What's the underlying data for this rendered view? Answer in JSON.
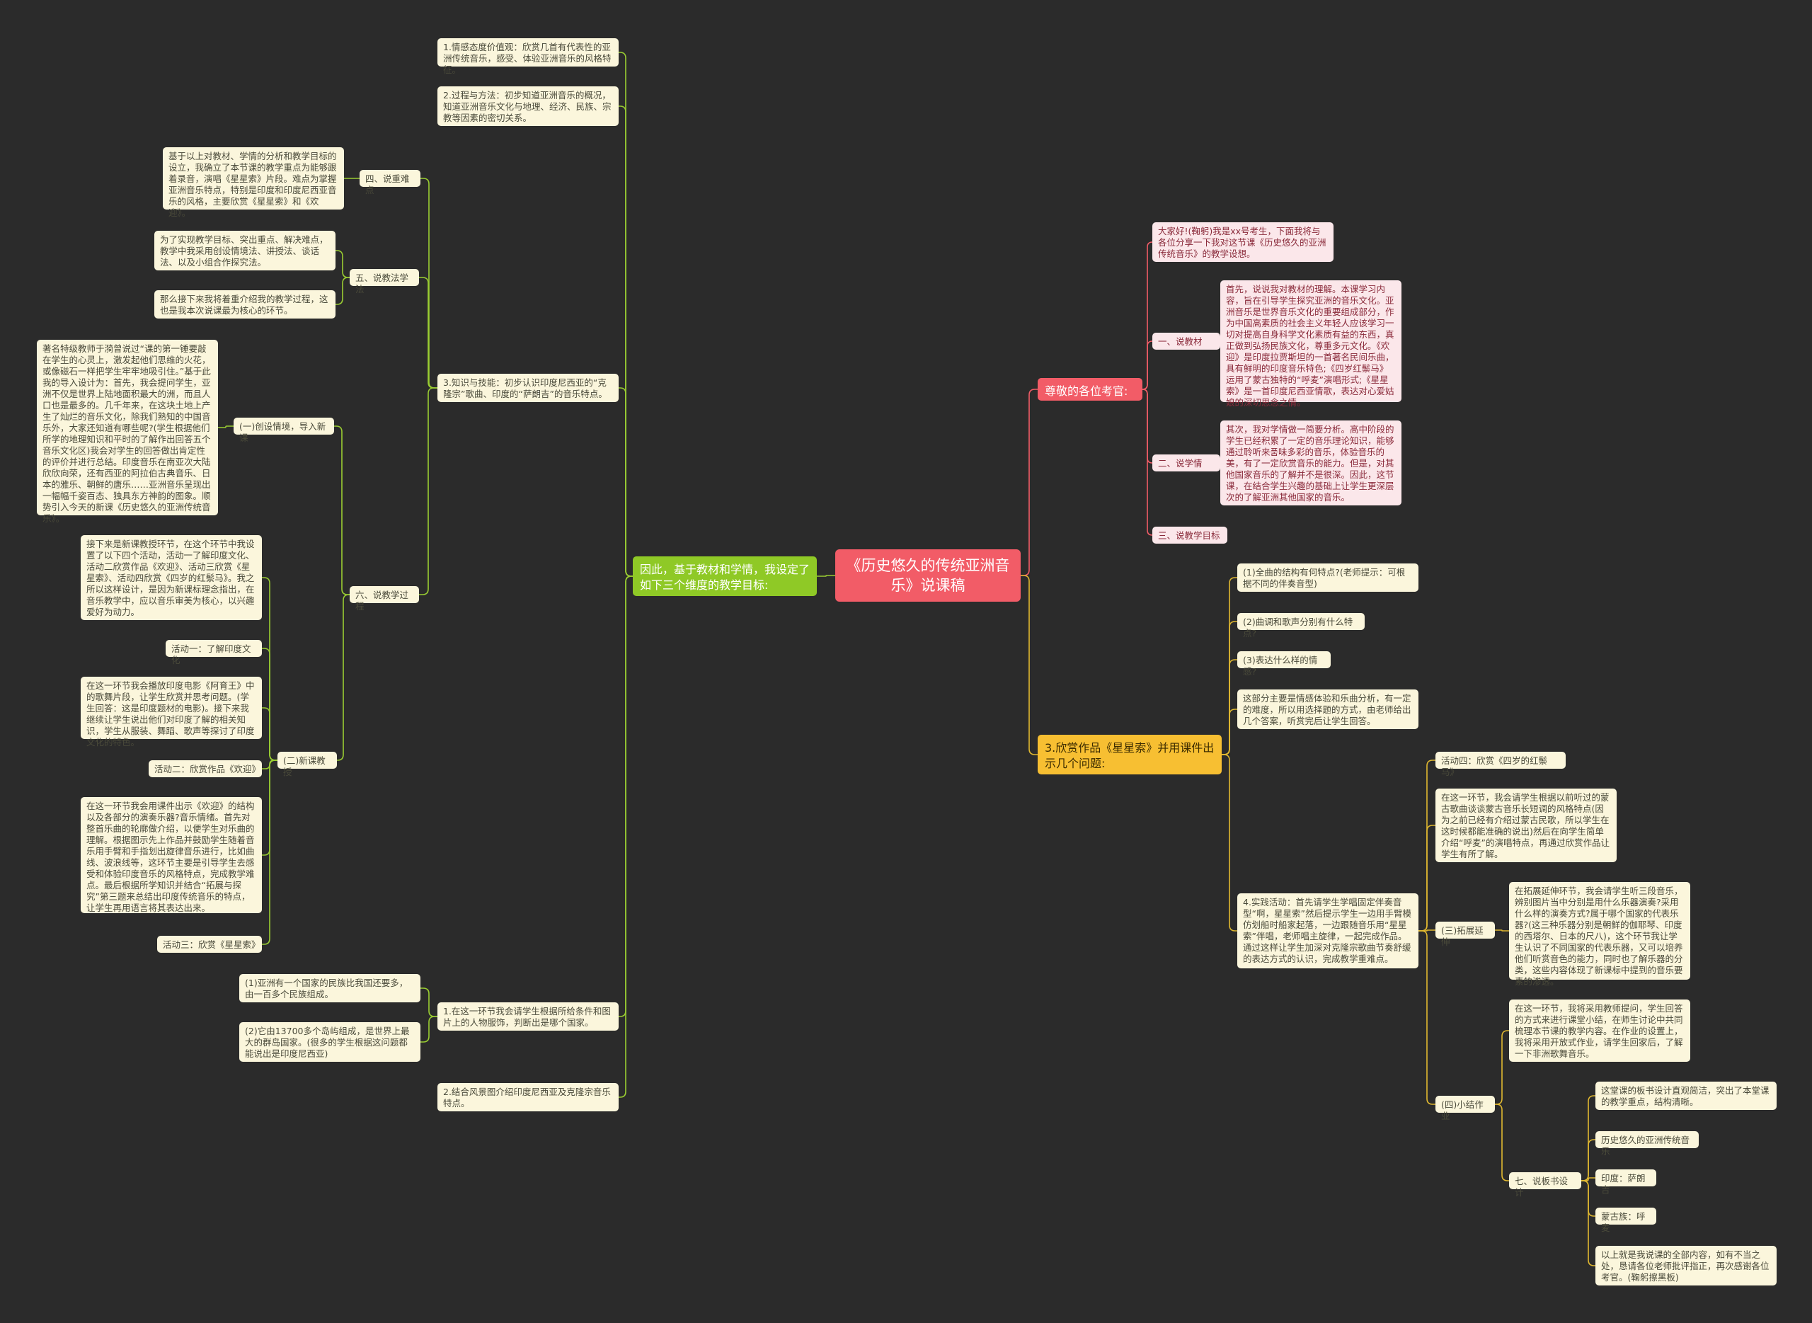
{
  "colors": {
    "background": "#2b2b2b",
    "root": "#f25c67",
    "branch_red": "#f25c67",
    "branch_green": "#8fc926",
    "branch_yellow": "#f7bf32",
    "node_cream": "#fbf6dc",
    "node_pink": "#fbe7ea",
    "line_green": "#9acd32",
    "line_red": "#f25c67",
    "line_yellow": "#e0b830"
  },
  "root": {
    "title": "《历史悠久的传统亚洲音乐》说课稿"
  },
  "right": {
    "red_branch": {
      "label": "尊敬的各位考官:",
      "intro": "大家好!(鞠躬)我是xx号考生，下面我将与各位分享一下我对这节课《历史悠久的亚洲传统音乐》的教学设想。",
      "s1_label": "一、说教材",
      "s1_text": "首先，说说我对教材的理解。本课学习内容，旨在引导学生探究亚洲的音乐文化。亚洲音乐是世界音乐文化的重要组成部分，作为中国高素质的社会主义年轻人应该学习一切对提高自身科学文化素质有益的东西，真正做到弘扬民族文化，尊重多元文化。《欢迎》是印度拉贾斯坦的一首著名民间乐曲，具有鲜明的印度音乐特色;《四岁红鬃马》运用了蒙古独特的“呼麦”演唱形式;《星星索》是一首印度尼西亚情歌，表达对心爱姑娘的深切思念之情。",
      "s2_label": "二、说学情",
      "s2_text": "其次，我对学情做一简要分析。高中阶段的学生已经积累了一定的音乐理论知识，能够通过聆听来품味多彩的音乐，体验音乐的美，有了一定欣赏音乐的能力。但是，对其他国家音乐的了解并不是很深。因此，这节课，在结合学生兴趣的基础上让学生更深层次的了解亚洲其他国家的音乐。",
      "s3_label": "三、说教学目标"
    },
    "yellow_branch": {
      "label": "3.欣赏作品《星星索》并用课件出示几个问题:",
      "q1": "(1)全曲的结构有何特点?(老师提示：可根据不同的伴奏音型)",
      "q2": "(2)曲调和歌声分别有什么特点?",
      "q3": "(3)表达什么样的情感?",
      "q_note": "这部分主要是情感体验和乐曲分析，有一定的难度，所以用选择题的方式，由老师给出几个答案，听赏完后让学生回答。",
      "a4": "4.实践活动：首先请学生学唱固定伴奏音型“啊，星星索”然后提示学生一边用手臂模仿划船时船家起落，一边跟随音乐用“星星索”伴唱，老师唱主旋律，一起完成作品。通过这样让学生加深对克隆宗歌曲节奏舒缓的表达方式的认识，完成教学重难点。",
      "act4_label": "活动四：欣赏《四岁的红鬃马》",
      "act4_text": "在这一环节，我会请学生根据以前听过的蒙古歌曲谈谈蒙古音乐长短调的风格特点(因为之前已经有介绍过蒙古民歌，所以学生在这时候都能准确的说出)然后在向学生简单介绍“呼麦”的演唱特点，再通过欣赏作品让学生有所了解。",
      "ext_label": "(三)拓展延伸",
      "ext_text": "在拓展延伸环节，我会请学生听三段音乐，辨别图片当中分别是用什么乐器演奏?采用什么样的演奏方式?属于哪个国家的代表乐器?(这三种乐器分别是朝鲜的伽耶琴、印度的西塔尔、日本的尺八)，这个环节我让学生认识了不同国家的代表乐器，又可以培养他们听赏音色的能力，同时也了解乐器的分类，这些内容体现了新课标中提到的音乐要素的渗透。",
      "sum_label": "(四)小结作业",
      "sum_text": "在这一环节，我将采用教师提问，学生回答的方式来进行课堂小结，在师生讨论中共同梳理本节课的教学内容。在作业的设置上，我将采用开放式作业，请学生回家后，了解一下非洲歌舞音乐。",
      "board_label": "七、说板书设计",
      "board1": "这堂课的板书设计直观简洁，突出了本堂课的教学重点，结构清晰。",
      "board2": "历史悠久的亚洲传统音乐",
      "board3": "印度：萨朗吉",
      "board4": "蒙古族：呼麦",
      "board5": "以上就是我说课的全部内容，如有不当之处，恳请各位老师批评指正，再次感谢各位考官。(鞠躬擦黑板)"
    }
  },
  "left": {
    "green_branch": {
      "label": "因此，基于教材和学情，我设定了如下三个维度的教学目标:",
      "g1": "1.情感态度价值观：欣赏几首有代表性的亚洲传统音乐，感受、体验亚洲音乐的风格特征。",
      "g2": "2.过程与方法：初步知道亚洲音乐的概况，知道亚洲音乐文化与地理、经济、民族、宗教等因素的密切关系。",
      "g3": "3.知识与技能：初步认识印度尼西亚的“克隆宗”歌曲、印度的“萨朗吉”的音乐特点。",
      "s4_label": "四、说重难点",
      "s4_text": "基于以上对教材、学情的分析和教学目标的设立，我确立了本节课的教学重点为能够跟着录音，演唱《星星索》片段。难点为掌握亚洲音乐特点，特别是印度和印度尼西亚音乐的风格，主要欣赏《星星索》和《欢迎》。",
      "s5_label": "五、说教法学法",
      "s5_text1": "为了实现教学目标、突出重点、解决难点，教学中我采用创设情境法、讲授法、谈话法、以及小组合作探究法。",
      "s5_text2": "那么接下来我将着重介绍我的教学过程，这也是我本次说课最为核心的环节。",
      "s6_label": "六、说教学过程",
      "intro_label": "(一)创设情境，导入新课",
      "intro_text": "著名特级教师于漪曾说过“课的第一锤要敲在学生的心灵上，激发起他们思维的火花，或像磁石一样把学生牢牢地吸引住。”基于此我的导入设计为：首先，我会提问学生，亚洲不仅是世界上陆地面积最大的洲，而且人口也是最多的。几千年来，在这块土地上产生了灿烂的音乐文化，除我们熟知的中国音乐外，大家还知道有哪些呢?(学生根据他们所学的地理知识和平时的了解作出回答五个音乐文化区)我会对学生的回答做出肯定性的评价并进行总结。印度音乐在南亚次大陆欣欣向荣，还有西亚的阿拉伯古典音乐、日本的雅乐、朝鲜的唐乐……亚洲音乐呈现出一幅幅千姿百态、独具东方神韵的图象。顺势引入今天的新课《历史悠久的亚洲传统音乐》。",
      "new_label": "(二)新课教授",
      "new_text1": "接下来是新课教授环节，在这个环节中我设置了以下四个活动，活动一了解印度文化、活动二欣赏作品《欢迎》、活动三欣赏《星星索》、活动四欣赏《四岁的红鬃马》。我之所以这样设计，是因为新课标理念指出，在音乐教学中，应以音乐审美为核心，以兴趣爱好为动力。",
      "act1_label": "活动一：了解印度文化",
      "act1_text": "在这一环节我会播放印度电影《阿育王》中的歌舞片段，让学生欣赏并思考问题。(学生回答：这是印度题材的电影)。接下来我继续让学生说出他们对印度了解的相关知识，学生从服装、舞蹈、歌声等探讨了印度文化的特色。",
      "act2_label": "活动二：欣赏作品《欢迎》",
      "act2_text": "在这一环节我会用课件出示《欢迎》的结构以及各部分的演奏乐器?音乐情绪。首先对整首乐曲的轮廓做介绍，以便学生对乐曲的理解。根据图示先上作品并鼓励学生随着音乐用手臂和手指划出旋律音乐进行，比如曲线、波浪线等，这环节主要是引导学生去感受和体验印度音乐的风格特点，完成教学难点。最后根据所学知识并结合“拓展与探究”第三题来总结出印度传统音乐的特点，让学生再用语言将其表达出来。",
      "act3_label": "活动三：欣赏《星星索》",
      "step1": "1.在这一环节我会请学生根据所给条件和图片上的人物服饰，判断出是哪个国家。",
      "step1a": "(1)亚洲有一个国家的民族比我国还要多，由一百多个民族组成。",
      "step1b": "(2)它由13700多个岛屿组成，是世界上最大的群岛国家。(很多的学生根据这问题都能说出是印度尼西亚)",
      "step2": "2.结合风景图介绍印度尼西亚及克隆宗音乐特点。"
    }
  }
}
